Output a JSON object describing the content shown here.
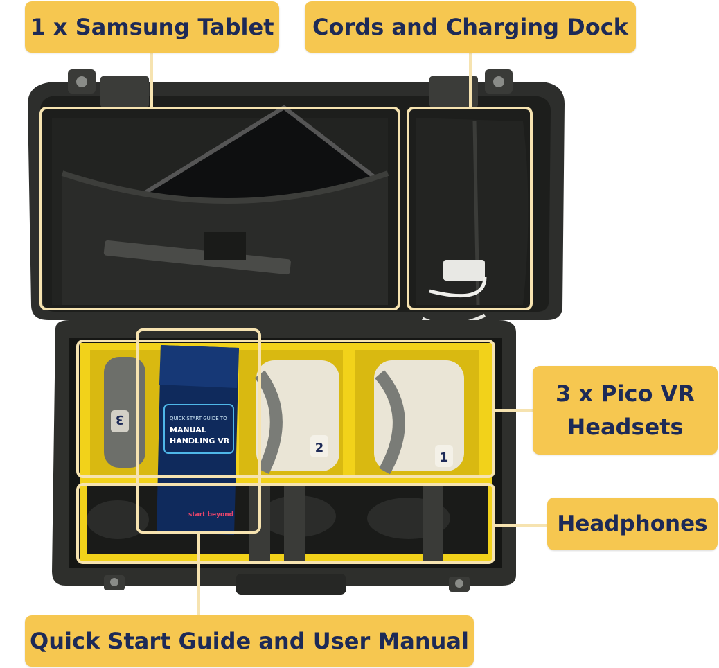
{
  "labels": {
    "tablet": "1 x Samsung Tablet",
    "dock": "Cords and Charging Dock",
    "headsets_line1": "3 x Pico VR",
    "headsets_line2": "Headsets",
    "headphones": "Headphones",
    "guide": "Quick Start Guide and User Manual"
  },
  "booklet": {
    "subtitle": "QUICK START GUIDE TO",
    "title_line1": "MANUAL",
    "title_line2": "HANDLING VR",
    "footer": "start beyond"
  },
  "headset_numbers": [
    "3",
    "2",
    "1"
  ],
  "colors": {
    "callout_fill": "#f6c750",
    "callout_text": "#1d2a57",
    "frame": "#f6e3b0",
    "case_body": "#2c2d2b",
    "foam": "#f2d21a"
  }
}
